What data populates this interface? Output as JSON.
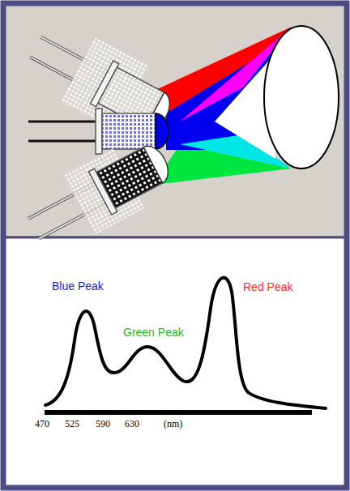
{
  "diagram": {
    "labels": [
      "Blue Peak",
      "Green Peak",
      "Red Peak",
      "470",
      "525",
      "590",
      "630",
      "(nm)"
    ]
  }
}
